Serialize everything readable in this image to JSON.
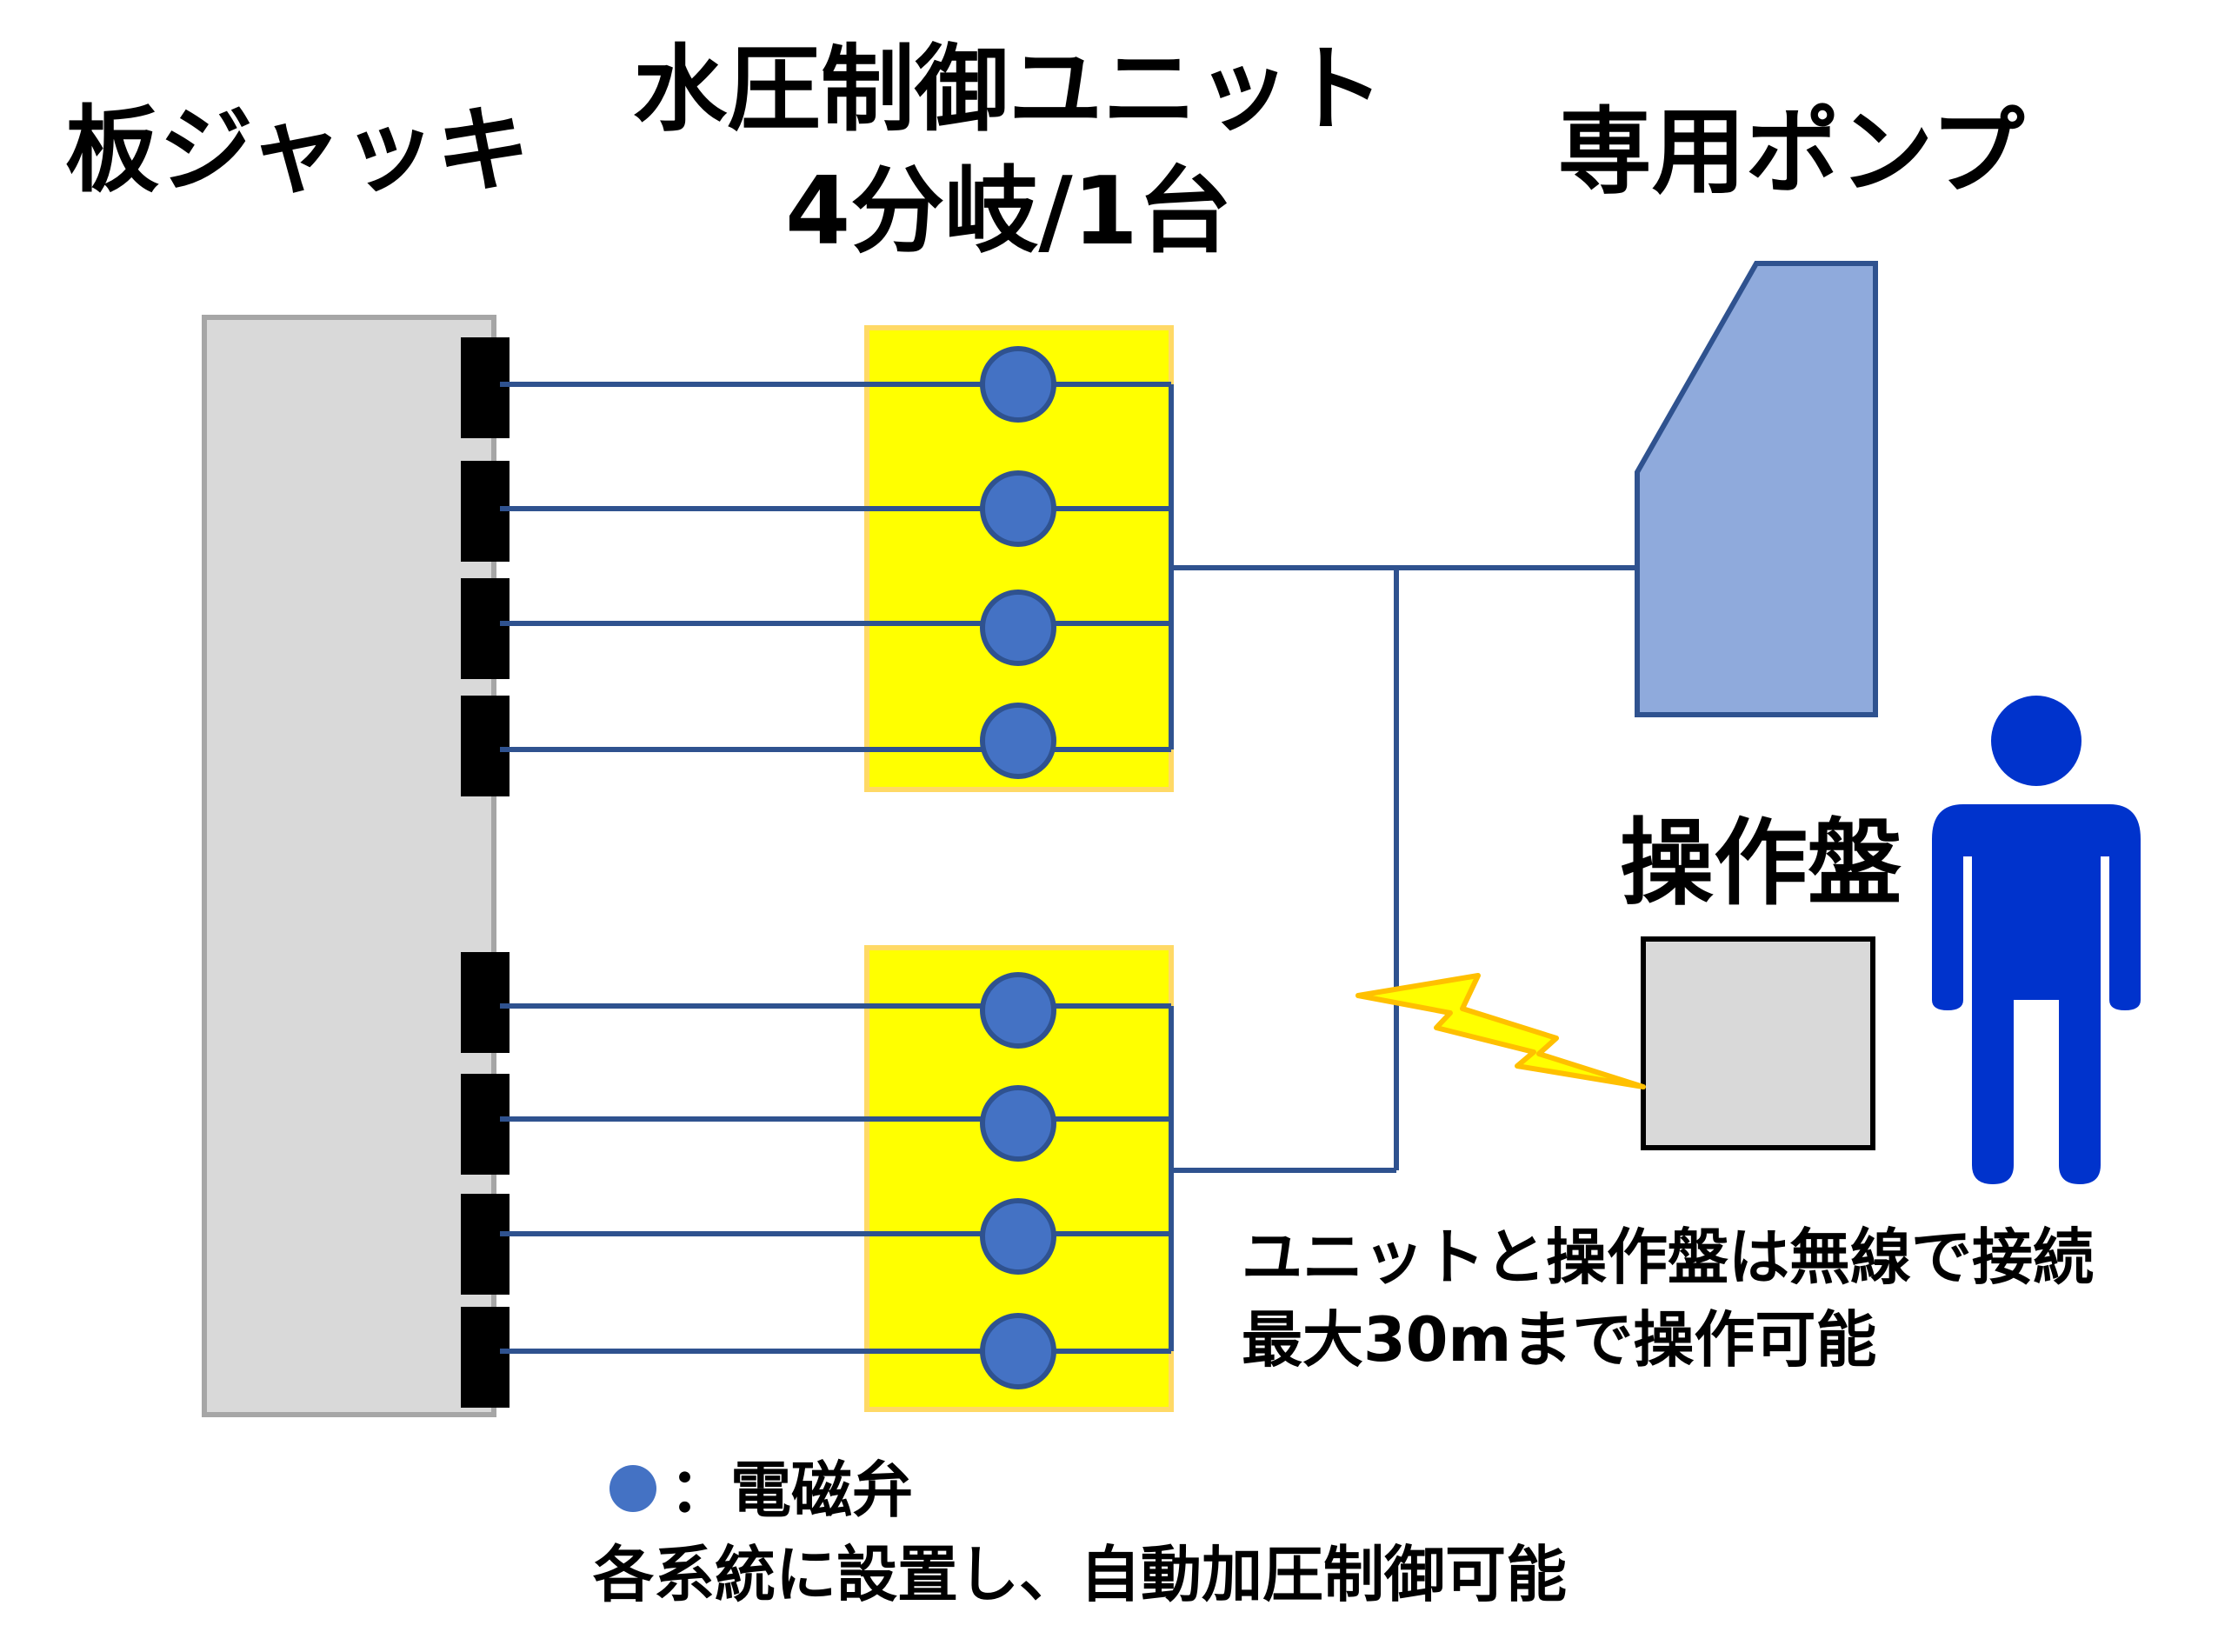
{
  "labels": {
    "jack_title": "板ジャッキ",
    "unit_title_line1": "水圧制御ユニット",
    "unit_title_line2": "4分岐/1台",
    "pump_title": "専用ポンプ",
    "panel_title": "操作盤",
    "wireless_note_line1": "ユニットと操作盤は無線で接続",
    "wireless_note_line2": "最大30mまで操作可能",
    "legend_label": "：電磁弁",
    "legend_note": "各系統に設置し、自動加圧制御可能"
  },
  "icons": {
    "solenoid_valve": "solenoid-valve-icon",
    "person": "person-icon",
    "lightning": "lightning-icon"
  },
  "colors": {
    "jack_body": "#d9d9d9",
    "jack_border": "#a6a6a6",
    "jack_port": "#000000",
    "unit_fill": "#ffff00",
    "unit_border": "#ffd966",
    "valve": "#4472c4",
    "pipe": "#2f528f",
    "pump_fill": "#8faadc",
    "panel_fill": "#d9d9d9",
    "lightning": "#ffc000",
    "person": "#0033cc"
  }
}
